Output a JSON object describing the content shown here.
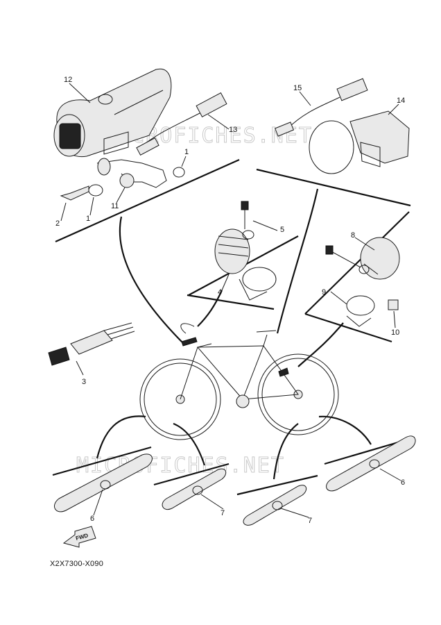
{
  "watermark": "MICROFICHES.NET",
  "diagram_code": "X2X7300-X090",
  "fwd_label": "FWD",
  "callouts": {
    "n1a": "1",
    "n1b": "1",
    "n2": "2",
    "n3": "3",
    "n4": "4",
    "n5": "5",
    "n6a": "6",
    "n6b": "6",
    "n7a": "7",
    "n7b": "7",
    "n8": "8",
    "n9": "9",
    "n10": "10",
    "n11": "11",
    "n12": "12",
    "n13": "13",
    "n14": "14",
    "n15": "15"
  }
}
